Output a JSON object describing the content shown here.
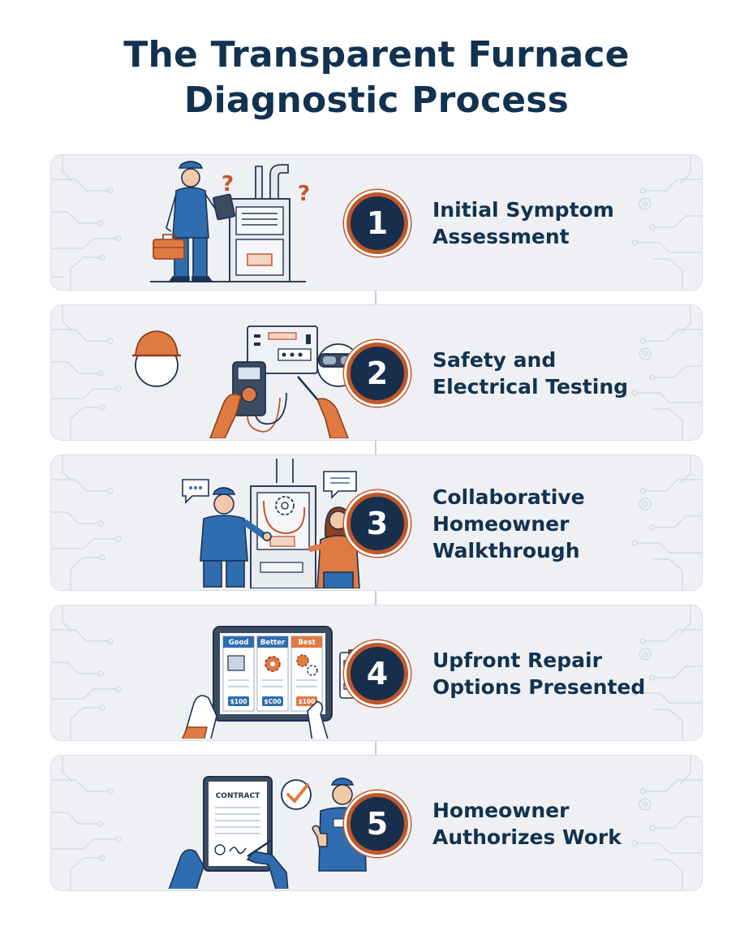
{
  "title": {
    "line1": "The Transparent Furnace",
    "line2": "Diagnostic Process"
  },
  "steps": [
    {
      "number": "1",
      "lines": [
        "Initial Symptom",
        "Assessment"
      ]
    },
    {
      "number": "2",
      "lines": [
        "Safety and",
        "Electrical Testing"
      ]
    },
    {
      "number": "3",
      "lines": [
        "Collaborative",
        "Homeowner",
        "Walkthrough"
      ]
    },
    {
      "number": "4",
      "lines": [
        "Upfront Repair",
        "Options Presented"
      ]
    },
    {
      "number": "5",
      "lines": [
        "Homeowner",
        "Authorizes Work"
      ]
    }
  ],
  "illustration_text": {
    "tier_good": "Good",
    "tier_better": "Better",
    "tier_best": "Best",
    "price_good": "$100",
    "price_better": "$C00",
    "price_best": "$100",
    "contract": "CONTRACT"
  },
  "colors": {
    "navy": "#12324f",
    "orange": "#c0582c",
    "blue": "#2f6db0",
    "panel": "#eef0f4"
  },
  "icons": [
    "technician-icon",
    "furnace-icon",
    "toolbox-icon",
    "clipboard-icon",
    "question-mark-icon",
    "hard-hat-icon",
    "goggles-icon",
    "multimeter-icon",
    "control-board-icon",
    "speech-bubble-icon",
    "homeowner-icon",
    "tablet-icon",
    "gear-icon",
    "checklist-icon",
    "contract-icon",
    "checkmark-icon",
    "thumbs-up-icon",
    "flow-arrow-icon"
  ]
}
